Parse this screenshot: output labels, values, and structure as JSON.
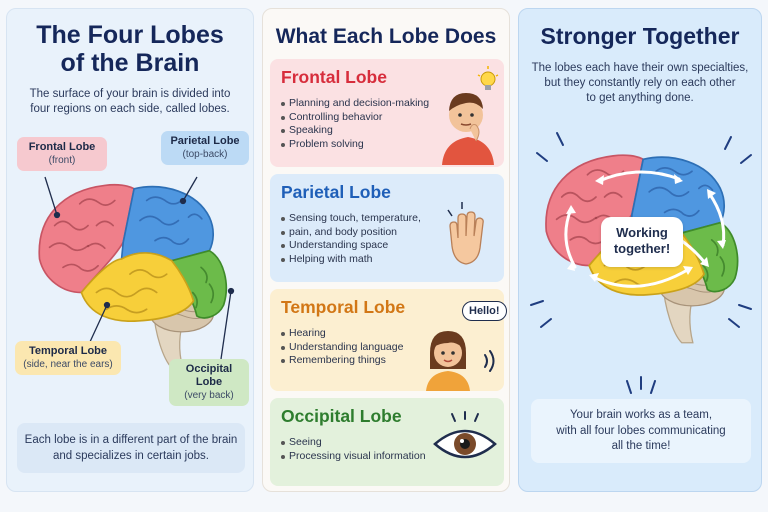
{
  "left_panel": {
    "title_line1": "The Four Lobes",
    "title_line2": "of the Brain",
    "intro_line1": "The surface of your brain is divided into",
    "intro_line2": "four regions on each side, called lobes.",
    "labels": {
      "frontal": {
        "name": "Frontal Lobe",
        "sub": "(front)",
        "color": "#f6c9cf"
      },
      "parietal": {
        "name": "Parietal Lobe",
        "sub": "(top-back)",
        "color": "#bcdaf5"
      },
      "temporal": {
        "name": "Temporal Lobe",
        "sub": "(side, near the ears)",
        "color": "#fbe7b0"
      },
      "occipital": {
        "name": "Occipital Lobe",
        "sub": "(very back)",
        "color": "#cfe8c4"
      }
    },
    "footer_line1": "Each lobe is in a different part of the brain",
    "footer_line2": "and specializes in certain jobs."
  },
  "middle_panel": {
    "title": "What Each Lobe Does",
    "cards": [
      {
        "title": "Frontal Lobe",
        "title_color": "#d72d3c",
        "bg": "#fbe1e3",
        "items": [
          "Planning and decision-making",
          "Controlling behavior",
          "Speaking",
          "Problem solving"
        ]
      },
      {
        "title": "Parietal Lobe",
        "title_color": "#1f5fb8",
        "bg": "#dcebfa",
        "items": [
          "Sensing touch, temperature,",
          "pain, and body position",
          "Understanding space",
          "Helping with math"
        ]
      },
      {
        "title": "Temporal Lobe",
        "title_color": "#d27716",
        "bg": "#fcefd1",
        "items": [
          "Hearing",
          "Understanding language",
          "Remembering things"
        ]
      },
      {
        "title": "Occipital Lobe",
        "title_color": "#2e7d2e",
        "bg": "#e3f1dc",
        "items": [
          "Seeing",
          "Processing visual information"
        ]
      }
    ],
    "speech_bubble": "Hello!"
  },
  "right_panel": {
    "title": "Stronger Together",
    "intro_line1": "The lobes each have their own specialties,",
    "intro_line2": "but they constantly rely on each other",
    "intro_line3": "to get anything done.",
    "center_line1": "Working",
    "center_line2": "together!",
    "footer_line1": "Your brain works as a team,",
    "footer_line2": "with all four lobes communicating",
    "footer_line3": "all the time!"
  },
  "colors": {
    "frontal": "#ee7b86",
    "parietal": "#4f97e0",
    "temporal": "#f7cf3a",
    "occipital": "#6cbb4a",
    "stem": "#d9cbb5"
  },
  "icons": [
    "lightbulb-icon",
    "waving-hand-icon",
    "sound-waves-icon",
    "eye-icon"
  ]
}
